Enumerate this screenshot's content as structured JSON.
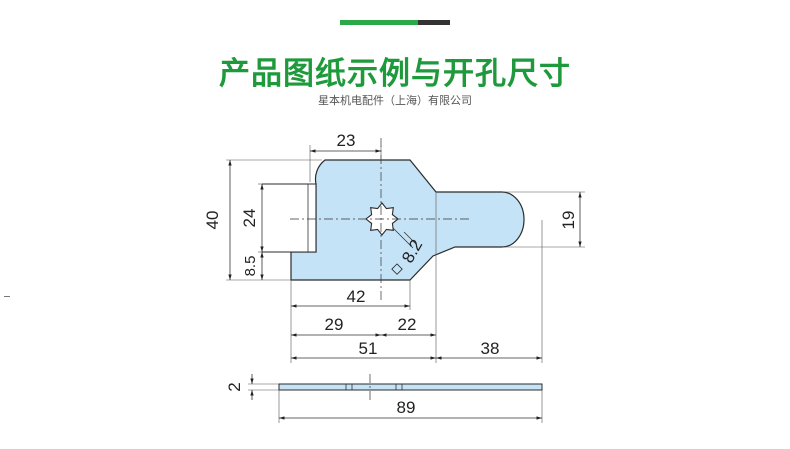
{
  "header": {
    "title": "产品图纸示例与开孔尺寸",
    "company": "星本机电配件（上海）有限公司"
  },
  "colors": {
    "title_green": "#1e9a3c",
    "accent_green": "#2aa84a",
    "accent_dark": "#333333",
    "part_fill": "#c5e3f6",
    "part_stroke": "#2b2b2b"
  },
  "dimensions": {
    "top_width": "23",
    "total_height": "40",
    "slot_height": "24",
    "bottom_offset": "8.5",
    "arm_height": "19",
    "width_42": "42",
    "left_29": "29",
    "right_22": "22",
    "width_51": "51",
    "arm_38": "38",
    "hole_size": "8.2",
    "square_symbol": "◇",
    "thickness": "2",
    "total_length": "89"
  }
}
